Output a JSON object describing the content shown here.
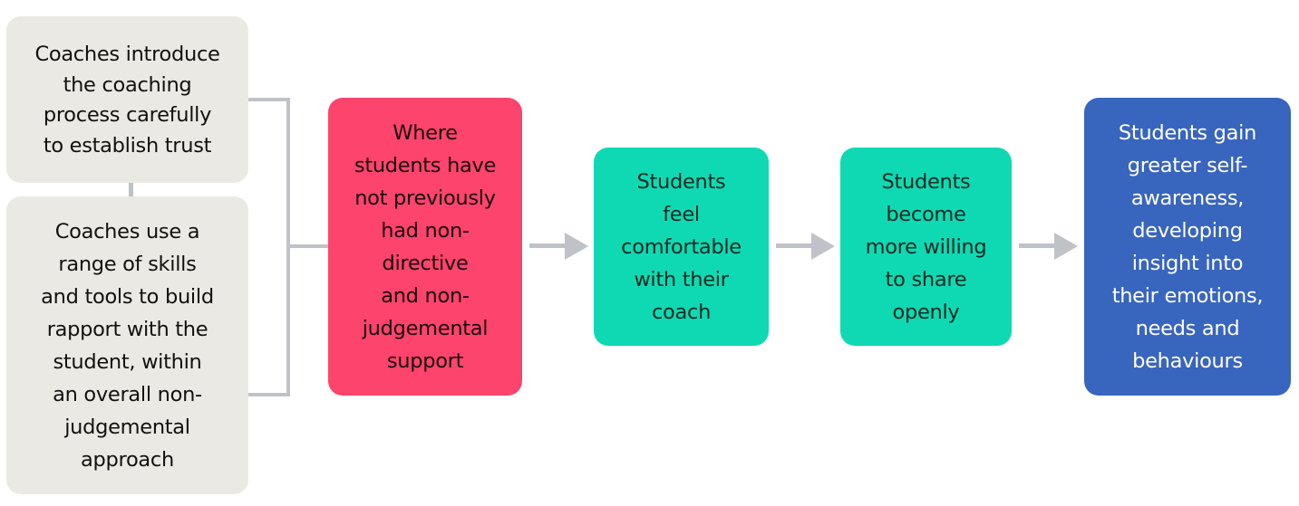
{
  "diagram": {
    "inputs": [
      {
        "id": "introduce-process",
        "lines": [
          "Coaches introduce",
          "the coaching",
          "process carefully",
          "to establish trust"
        ]
      },
      {
        "id": "build-rapport",
        "lines": [
          "Coaches use a",
          "range of skills",
          "and tools to build",
          "rapport with the",
          "student, within",
          "an overall non-",
          "judgemental",
          "approach"
        ]
      }
    ],
    "steps": [
      {
        "id": "condition",
        "color": "#fc446c",
        "lines": [
          "Where",
          "students have",
          "not previously",
          "had non-",
          "directive",
          "and non-",
          "judgemental",
          "support"
        ]
      },
      {
        "id": "feel-comfortable",
        "color": "#0fd9b3",
        "lines": [
          "Students",
          "feel",
          "comfortable",
          "with their",
          "coach"
        ]
      },
      {
        "id": "share-openly",
        "color": "#0fd9b3",
        "lines": [
          "Students",
          "become",
          "more willing",
          "to share",
          "openly"
        ]
      },
      {
        "id": "self-awareness",
        "color": "#3865bd",
        "lines": [
          "Students gain",
          "greater self-",
          "awareness,",
          "developing",
          "insight into",
          "their emotions,",
          "needs and",
          "behaviours"
        ]
      }
    ],
    "colors": {
      "input_fill": "#ebe9e3",
      "connector": "#bfc2c7"
    }
  }
}
